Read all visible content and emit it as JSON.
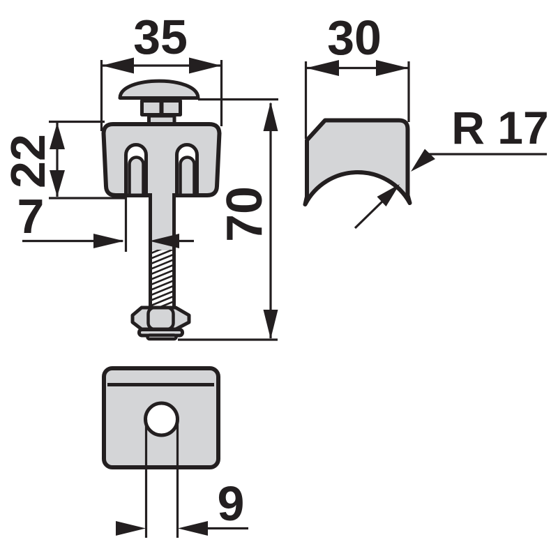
{
  "drawing": {
    "background_color": "#ffffff",
    "part_fill_color": "#d4d5d7",
    "line_color": "#231f20",
    "dimensions": {
      "head_width": "35",
      "side_width": "30",
      "body_height": "22",
      "shaft_offset": "7",
      "overall_length": "70",
      "radius": "R 17",
      "hole_diameter": "9"
    }
  }
}
